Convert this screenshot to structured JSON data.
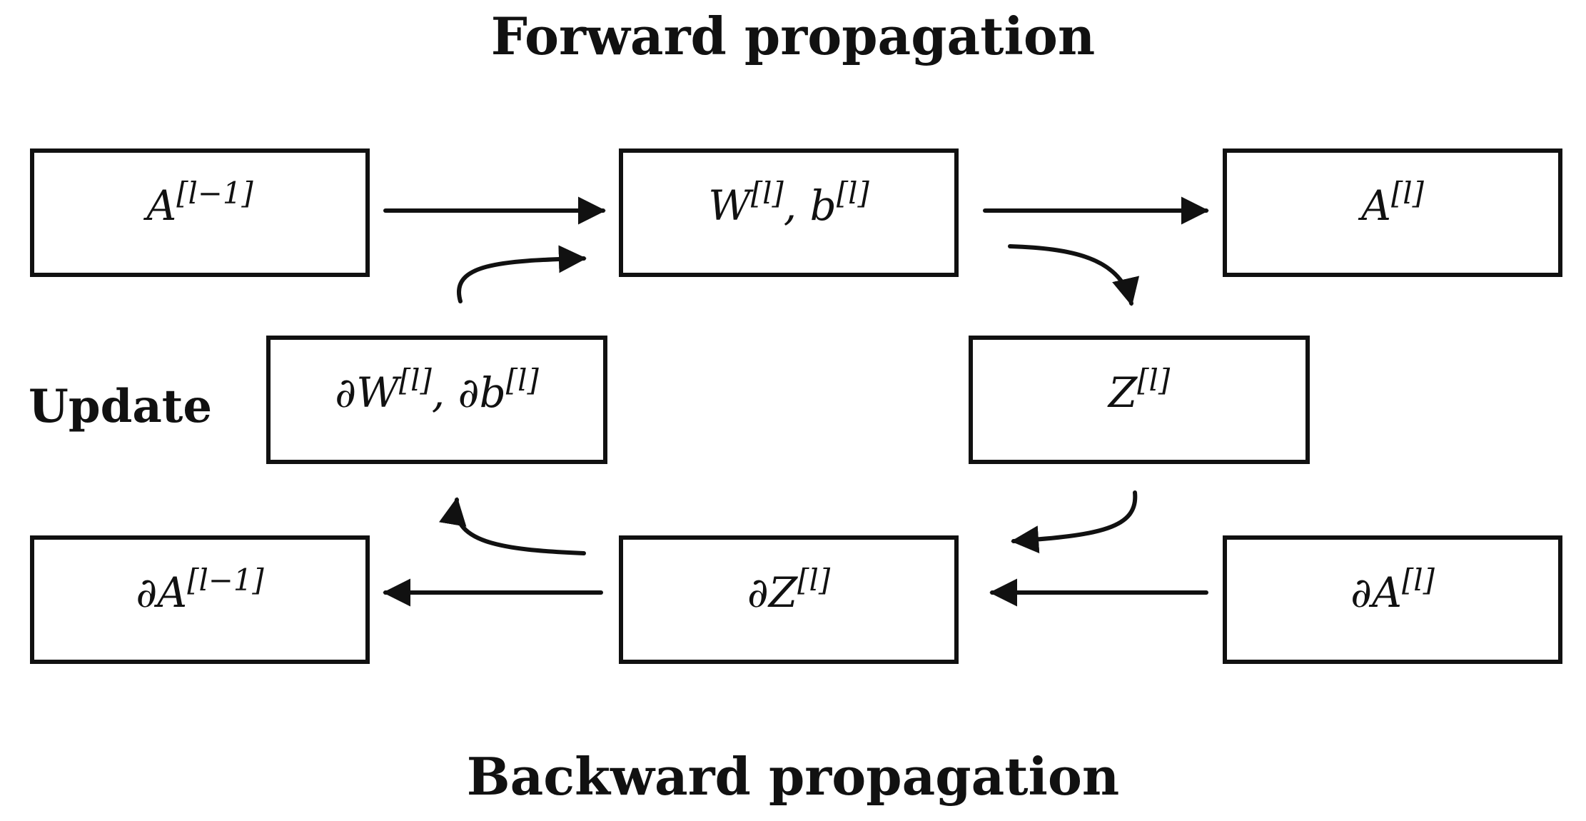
{
  "titles": {
    "forward": "Forward propagation",
    "backward": "Backward propagation",
    "update": "Update"
  },
  "nodes": {
    "a_prev": {
      "parts": [
        {
          "t": "A"
        },
        {
          "t": "[l−1]",
          "sup": true
        }
      ]
    },
    "w_b": {
      "parts": [
        {
          "t": "W"
        },
        {
          "t": "[l]",
          "sup": true
        },
        {
          "t": ", b"
        },
        {
          "t": "[l]",
          "sup": true
        }
      ]
    },
    "a_l": {
      "parts": [
        {
          "t": "A"
        },
        {
          "t": "[l]",
          "sup": true
        }
      ]
    },
    "dw_db": {
      "parts": [
        {
          "t": "∂W"
        },
        {
          "t": "[l]",
          "sup": true
        },
        {
          "t": ", ∂b"
        },
        {
          "t": "[l]",
          "sup": true
        }
      ]
    },
    "z_l": {
      "parts": [
        {
          "t": "Z"
        },
        {
          "t": "[l]",
          "sup": true
        }
      ]
    },
    "da_prev": {
      "parts": [
        {
          "t": "∂A"
        },
        {
          "t": "[l−1]",
          "sup": true
        }
      ]
    },
    "dz_l": {
      "parts": [
        {
          "t": "∂Z"
        },
        {
          "t": "[l]",
          "sup": true
        }
      ]
    },
    "da_l": {
      "parts": [
        {
          "t": "∂A"
        },
        {
          "t": "[l]",
          "sup": true
        }
      ]
    }
  },
  "edges": [
    {
      "from": "a_prev",
      "to": "w_b"
    },
    {
      "from": "w_b",
      "to": "a_l"
    },
    {
      "from": "w_b",
      "to": "z_l"
    },
    {
      "from": "z_l",
      "to": "dz_l"
    },
    {
      "from": "da_l",
      "to": "dz_l"
    },
    {
      "from": "dz_l",
      "to": "da_prev"
    },
    {
      "from": "dz_l",
      "to": "dw_db"
    },
    {
      "from": "dw_db",
      "to": "w_b"
    }
  ],
  "colors": {
    "ink": "#111111",
    "background": "#ffffff"
  }
}
